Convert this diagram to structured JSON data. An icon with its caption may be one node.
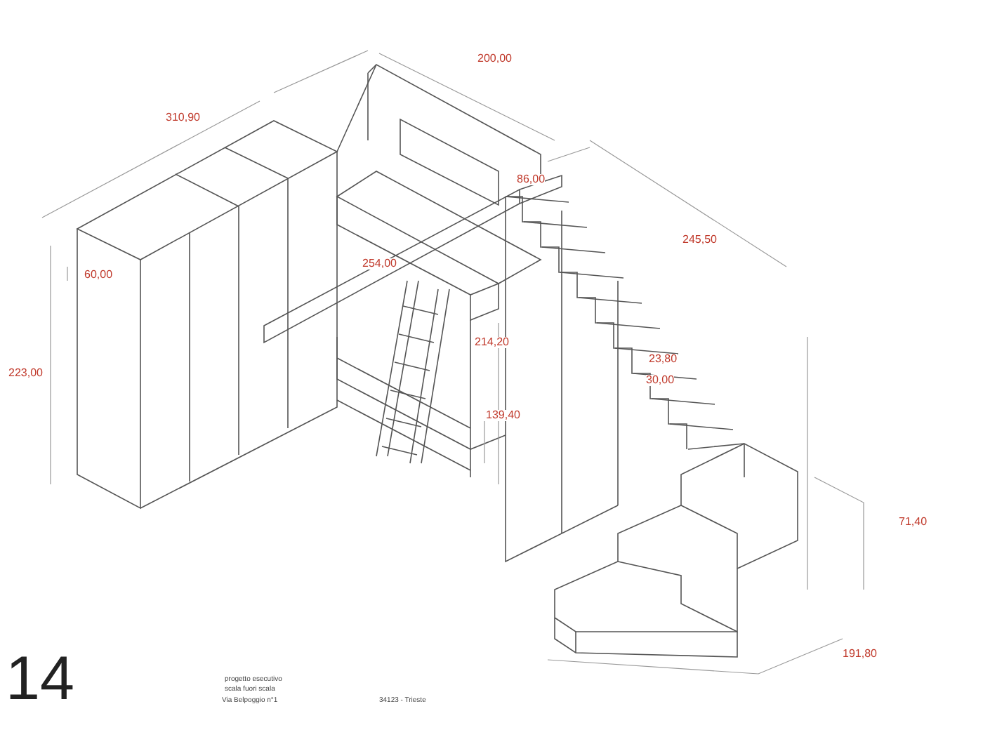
{
  "diagram": {
    "labels": [
      "310,90",
      "200,00",
      "86,00",
      "60,00",
      "254,00",
      "245,50",
      "223,00",
      "214,20",
      "23,80",
      "30,00",
      "139,40",
      "71,40",
      "191,80",
      "14",
      "progetto esecutivo",
      "scala fuori scala",
      "Via Belpoggio n°1",
      "34123 - Trieste"
    ]
  }
}
